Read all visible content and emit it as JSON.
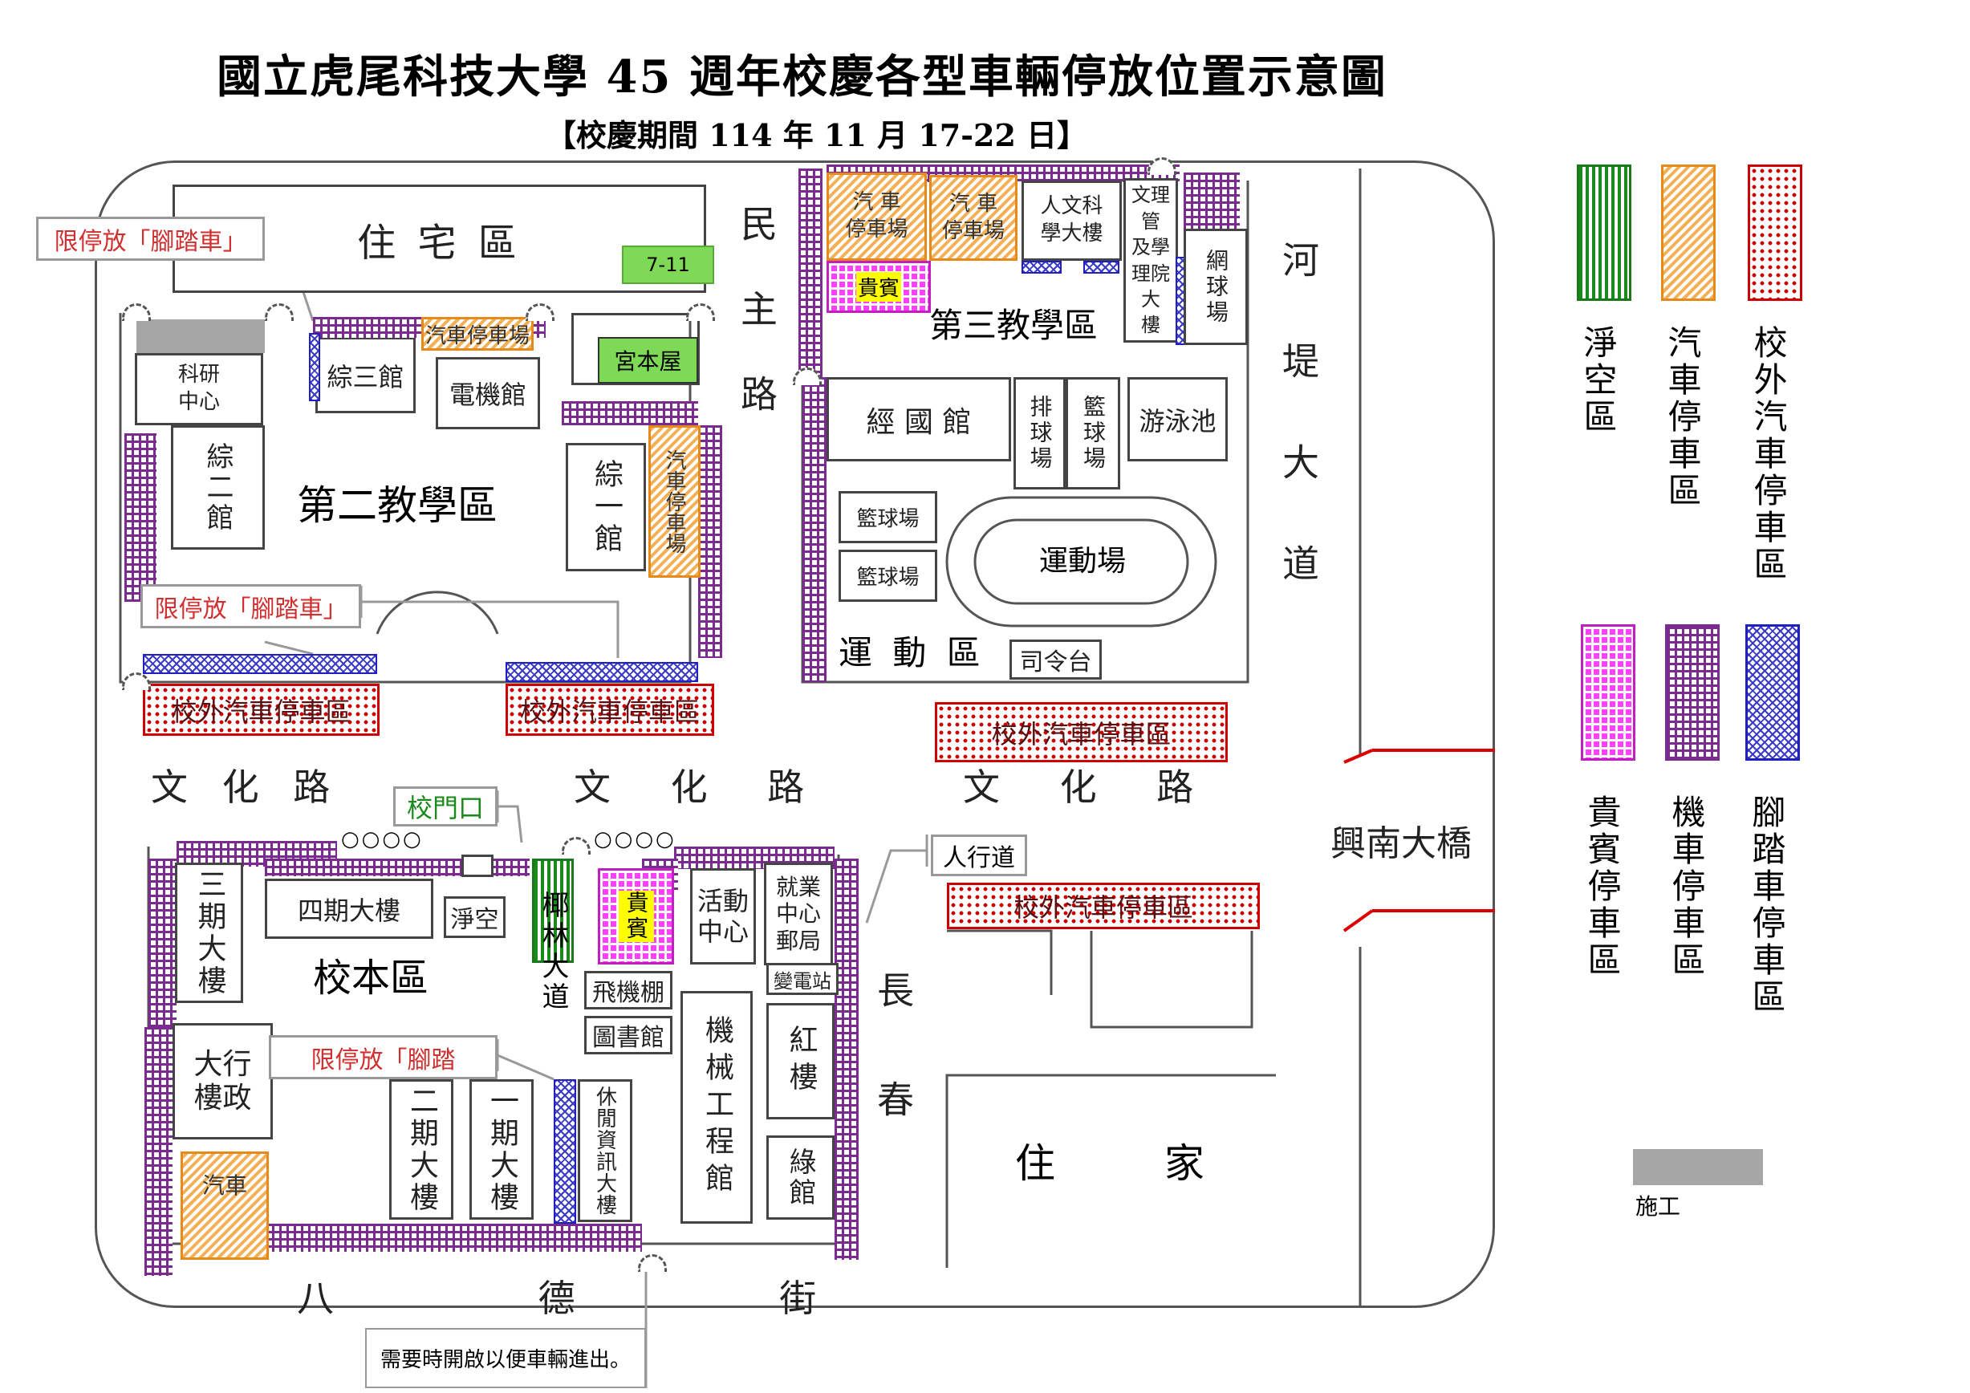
{
  "title": "國立虎尾科技大學 45 週年校慶各型車輛停放位置示意圖",
  "subtitle": "【校慶期間 114 年 11 月 17-22 日】",
  "roads": {
    "minzhu": "民主路",
    "hedi": "河堤大道",
    "wenhua1": "文 化 路",
    "wenhua2": "文 化 路",
    "wenhua3": "文 化 路",
    "xingnan": "興南大橋",
    "changchun": "長春",
    "bade": "八 德 街"
  },
  "areas": {
    "residential": "住 宅 區",
    "second_campus": "第二教學區",
    "third_campus": "第三教學區",
    "sports": "運 動 區",
    "main_campus": "校本區",
    "houses": "住 家"
  },
  "buildings": {
    "seven_eleven": "7-11",
    "research_center": "科研\n中心",
    "zong2": "綜二館",
    "zong3": "綜三館",
    "electrical": "電機館",
    "miyamoto": "宮本屋",
    "zong1": "綜一館",
    "humanities": "人文科\n學大樓",
    "science_mgmt": "文理管\n及學\n理院大\n樓",
    "tennis": "網球場",
    "jingguo": "經 國 館",
    "volleyball": "排球場",
    "basketball": "籃球場",
    "pool": "游泳池",
    "basketball_a": "籃球場",
    "basketball_b": "籃球場",
    "stadium": "運動場",
    "podium": "司令台",
    "phase3": "三期大樓",
    "phase4": "四期大樓",
    "clean_small": "淨空",
    "activity": "活動\n中心",
    "career_post": "就業\n中心\n郵局",
    "substation": "變電站",
    "hangar": "飛機棚",
    "library": "圖書館",
    "admin": "大行\n樓政",
    "phase2": "二期大樓",
    "phase1": "一期大樓",
    "leisure_info": "休閒資訊大樓",
    "mechanical": "機械工程館",
    "red_building": "紅樓",
    "green_building": "綠館",
    "coconut_avenue": "椰林大道"
  },
  "parking_labels": {
    "car_lot_1": "汽 車\n停車場",
    "car_lot_2": "汽 車\n停車場",
    "car_lot_3": "汽車停車場",
    "car_lot_4": "汽車停車場",
    "car_lot_5": "汽車",
    "vip_1": "貴賓",
    "vip_2": "貴賓",
    "ext_1": "校外汽車停車區",
    "ext_2": "校外汽車停車區",
    "ext_3": "校外汽車停車區",
    "ext_4": "校外汽車停車區"
  },
  "notes": {
    "bike_only_1": "限停放「腳踏車」",
    "bike_only_2": "限停放「腳踏車」",
    "bike_only_3": "限停放「腳踏",
    "main_gate": "校門口",
    "sidewalk": "人行道",
    "gate_open": "需要時開啟以便車輛進出。"
  },
  "legend": [
    {
      "label": "淨空區",
      "kind": "clean"
    },
    {
      "label": "汽車停車區",
      "kind": "car"
    },
    {
      "label": "校外汽車停車區",
      "kind": "ext"
    },
    {
      "label": "貴賓停車區",
      "kind": "vip"
    },
    {
      "label": "機車停車區",
      "kind": "moto"
    },
    {
      "label": "腳踏車停車區",
      "kind": "bike"
    }
  ],
  "construction_label": "施工",
  "colors": {
    "clean": "#1a8a1a",
    "car": "#f4b056",
    "ext": "#d00000",
    "vip": "#ff40ff",
    "moto": "#7b2a8f",
    "bike": "#2020c0",
    "construction": "#a6a6a6",
    "seven_eleven": "#7ed957"
  }
}
